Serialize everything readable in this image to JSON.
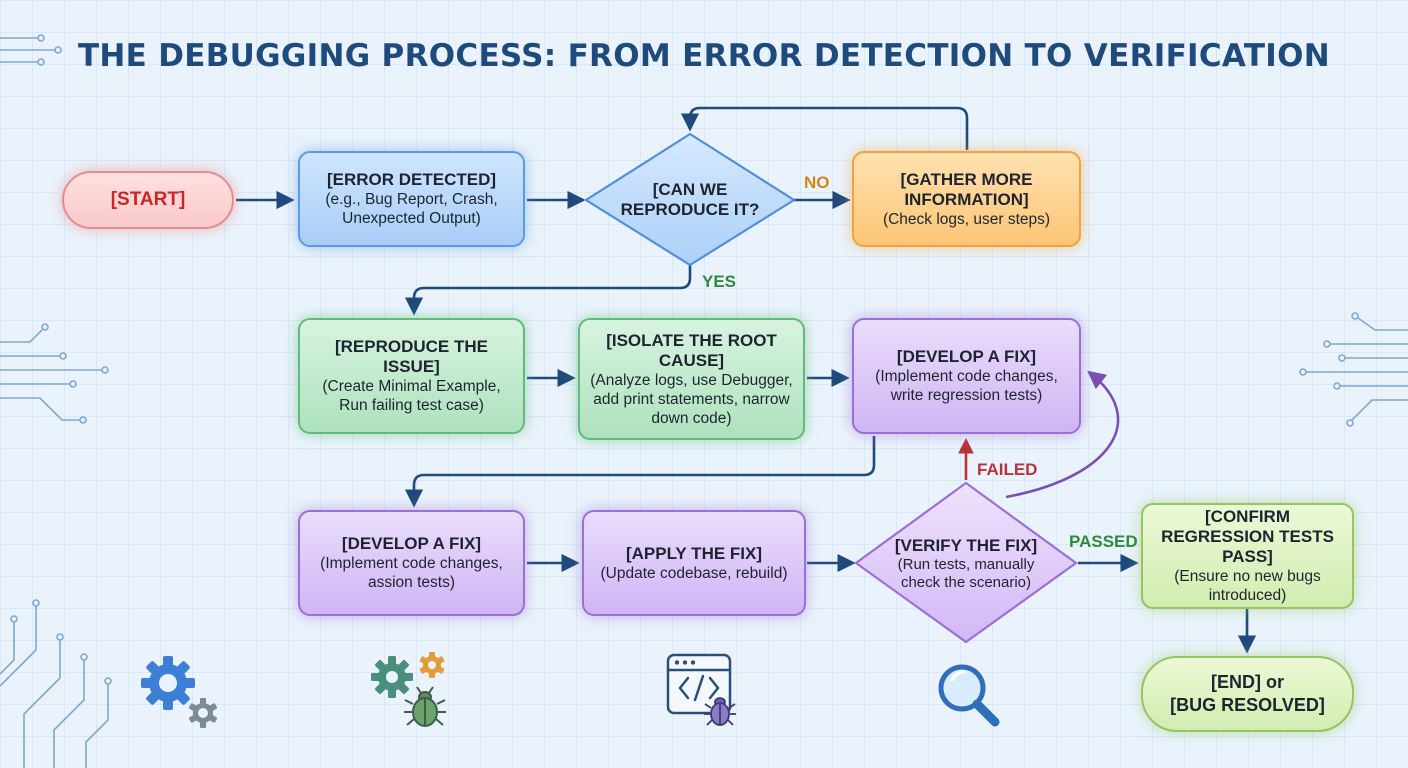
{
  "title": "THE DEBUGGING PROCESS: FROM ERROR DETECTION TO VERIFICATION",
  "nodes": {
    "start": {
      "title": "[START]"
    },
    "error_detected": {
      "title": "[ERROR DETECTED]",
      "desc": "(e.g., Bug Report, Crash, Unexpected Output)"
    },
    "can_reproduce": {
      "title": "[CAN WE REPRODUCE IT?"
    },
    "gather_info": {
      "title": "[GATHER MORE INFORMATION]",
      "desc": "(Check logs, user steps)"
    },
    "reproduce_issue": {
      "title": "[REPRODUCE THE ISSUE]",
      "desc": "(Create Minimal Example, Run failing test case)"
    },
    "isolate_cause": {
      "title": "[ISOLATE THE ROOT CAUSE]",
      "desc": "(Analyze logs, use Debugger, add print statements, narrow down code)"
    },
    "develop_fix_top": {
      "title": "[DEVELOP A FIX]",
      "desc": "(Implement code changes, write regression tests)"
    },
    "develop_fix_bottom": {
      "title": "[DEVELOP A FIX]",
      "desc": "(Implement code changes, assion tests)"
    },
    "apply_fix": {
      "title": "[APPLY THE FIX]",
      "desc": "(Update codebase, rebuild)"
    },
    "verify_fix": {
      "title": "[VERIFY THE FIX]",
      "desc": "(Run tests, manually check the scenario)"
    },
    "confirm_tests": {
      "title": "[CONFIRM REGRESSION TESTS PASS]",
      "desc": "(Ensure no new bugs introduced)"
    },
    "end": {
      "title": "[END] or",
      "title2": "[BUG RESOLVED]"
    }
  },
  "edge_labels": {
    "no": "NO",
    "yes": "YES",
    "failed": "FAILED",
    "passed": "PASSED"
  },
  "colors": {
    "arrow": "#1f4a7c",
    "loop_arrow": "#7b4fb0",
    "failed_arrow": "#b8343a",
    "circuit": "#7fa8cf"
  },
  "icons": [
    "gears-icon",
    "gears-bug-icon",
    "code-window-bug-icon",
    "magnifier-icon"
  ]
}
